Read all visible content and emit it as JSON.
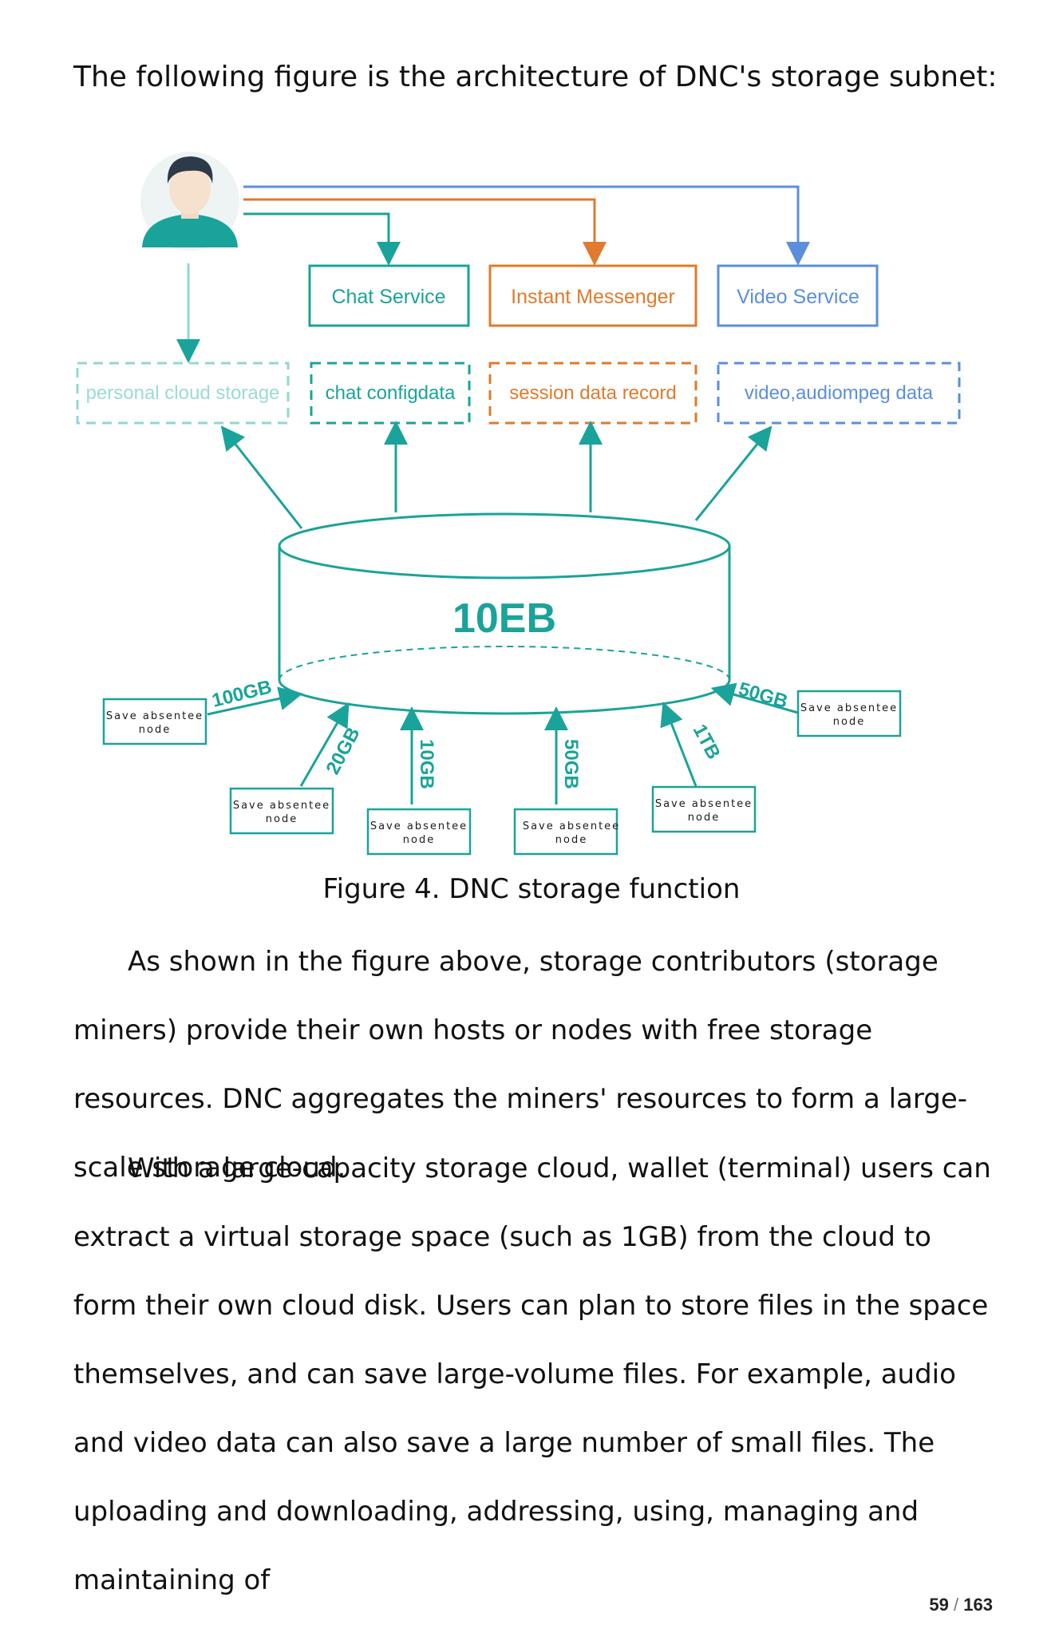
{
  "intro": "The following figure is the architecture of DNC's storage subnet:",
  "diagram": {
    "services": [
      {
        "label": "Chat Service",
        "color": "#1aa39a"
      },
      {
        "label": "Instant Messenger",
        "color": "#e07a2c"
      },
      {
        "label": "Video Service",
        "color": "#5b8fdb"
      }
    ],
    "data_stores": [
      {
        "label": "personal cloud storage",
        "color": "#8fd8d0"
      },
      {
        "label": "chat configdata",
        "color": "#1aa39a"
      },
      {
        "label": "session data record",
        "color": "#e07a2c"
      },
      {
        "label": "video,audiompeg  data",
        "color": "#5b8fdb"
      }
    ],
    "storage_capacity": "10EB",
    "node_label_line1": "Save absentee",
    "node_label_line2": "node",
    "contributions": [
      "100GB",
      "20GB",
      "10GB",
      "50GB",
      "1TB",
      "50GB"
    ],
    "teal": "#1aa39a"
  },
  "caption": "Figure 4. DNC storage function",
  "paragraphs": [
    "As shown in the figure above, storage contributors (storage miners) provide their own hosts or nodes with free storage resources. DNC aggregates the miners' resources to form a large-scale storage cloud.",
    "With a large-capacity storage cloud, wallet (terminal) users can extract a virtual storage space (such as 1GB) from the cloud to form their own cloud disk. Users can plan to store files in the space themselves, and can save large-volume files. For example, audio and video data can also save a large number of small files. The uploading and downloading, addressing, using, managing and maintaining of"
  ],
  "page": {
    "current": "59",
    "separator": "/",
    "total": "163"
  }
}
